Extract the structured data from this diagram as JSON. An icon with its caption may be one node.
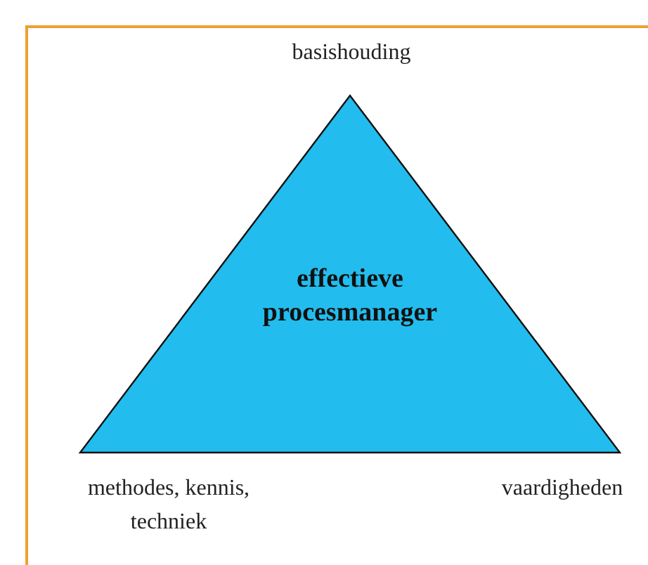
{
  "diagram": {
    "nodes": [
      {
        "text": [
          "effectieve procesmanager"
        ]
      }
    ],
    "labels": [
      "basishouding",
      "methodes, kennis, techniek",
      "vaardigheden"
    ]
  }
}
